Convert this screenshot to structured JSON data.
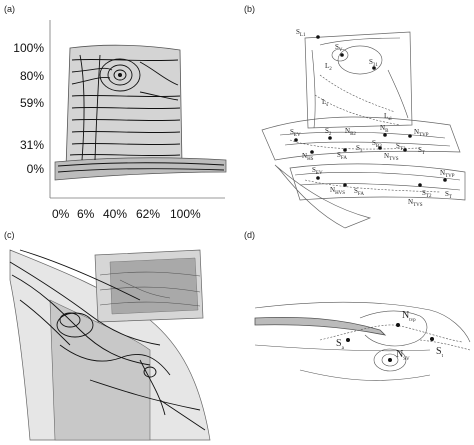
{
  "panels": {
    "a": {
      "label": "(a)",
      "y_ticks": [
        "100%",
        "80%",
        "59%",
        "31%",
        "0%"
      ],
      "x_ticks": [
        "0%",
        "6%",
        "40%",
        "62%",
        "100%"
      ]
    },
    "b": {
      "label": "(b)",
      "tags": {
        "sl1": {
          "main": "S",
          "sub": "L1"
        },
        "sv_top": {
          "main": "S",
          "sub": "V"
        },
        "s31": {
          "main": "S",
          "sub": "31"
        },
        "l": {
          "main": "L",
          "sub": "2"
        },
        "lsmall": {
          "main": "L",
          "sub": "s"
        },
        "lk": {
          "main": "L",
          "sub": "sl"
        },
        "sev": {
          "main": "S",
          "sub": "EV"
        },
        "s2": {
          "main": "S",
          "sub": "2"
        },
        "nb2": {
          "main": "N",
          "sub": "B2"
        },
        "nb": {
          "main": "N",
          "sub": "B"
        },
        "ntvp": {
          "main": "N",
          "sub": "TVP"
        },
        "nhs": {
          "main": "N",
          "sub": "HS"
        },
        "sfa": {
          "main": "S",
          "sub": "FA"
        },
        "s3": {
          "main": "S",
          "sub": "3"
        },
        "sb3": {
          "main": "S",
          "sub": "B3"
        },
        "st2": {
          "main": "S",
          "sub": "T2"
        },
        "ntvs": {
          "main": "N",
          "sub": "TVS"
        },
        "st": {
          "main": "S",
          "sub": "T"
        },
        "sev2": {
          "main": "S",
          "sub": "EV"
        },
        "nhvs": {
          "main": "N",
          "sub": "HVS"
        },
        "sfa2": {
          "main": "S",
          "sub": "FA"
        },
        "ntvp2": {
          "main": "N",
          "sub": "TVP"
        },
        "st22": {
          "main": "S",
          "sub": "T2"
        },
        "ntvs2": {
          "main": "N",
          "sub": "TVS"
        },
        "st3": {
          "main": "S",
          "sub": "T"
        }
      }
    },
    "c": {
      "label": "(c)"
    },
    "d": {
      "label": "(d)",
      "tags": {
        "ntvp": {
          "main": "N",
          "sub": "tvp"
        },
        "sa": {
          "main": "S",
          "sub": "a"
        },
        "st": {
          "main": "S",
          "sub": "t"
        },
        "nsv": {
          "main": "N",
          "sub": "SV"
        }
      }
    }
  },
  "colors": {
    "ink": "#111111",
    "blade": "#d9d9d9",
    "shade": "#a9a9a9"
  }
}
